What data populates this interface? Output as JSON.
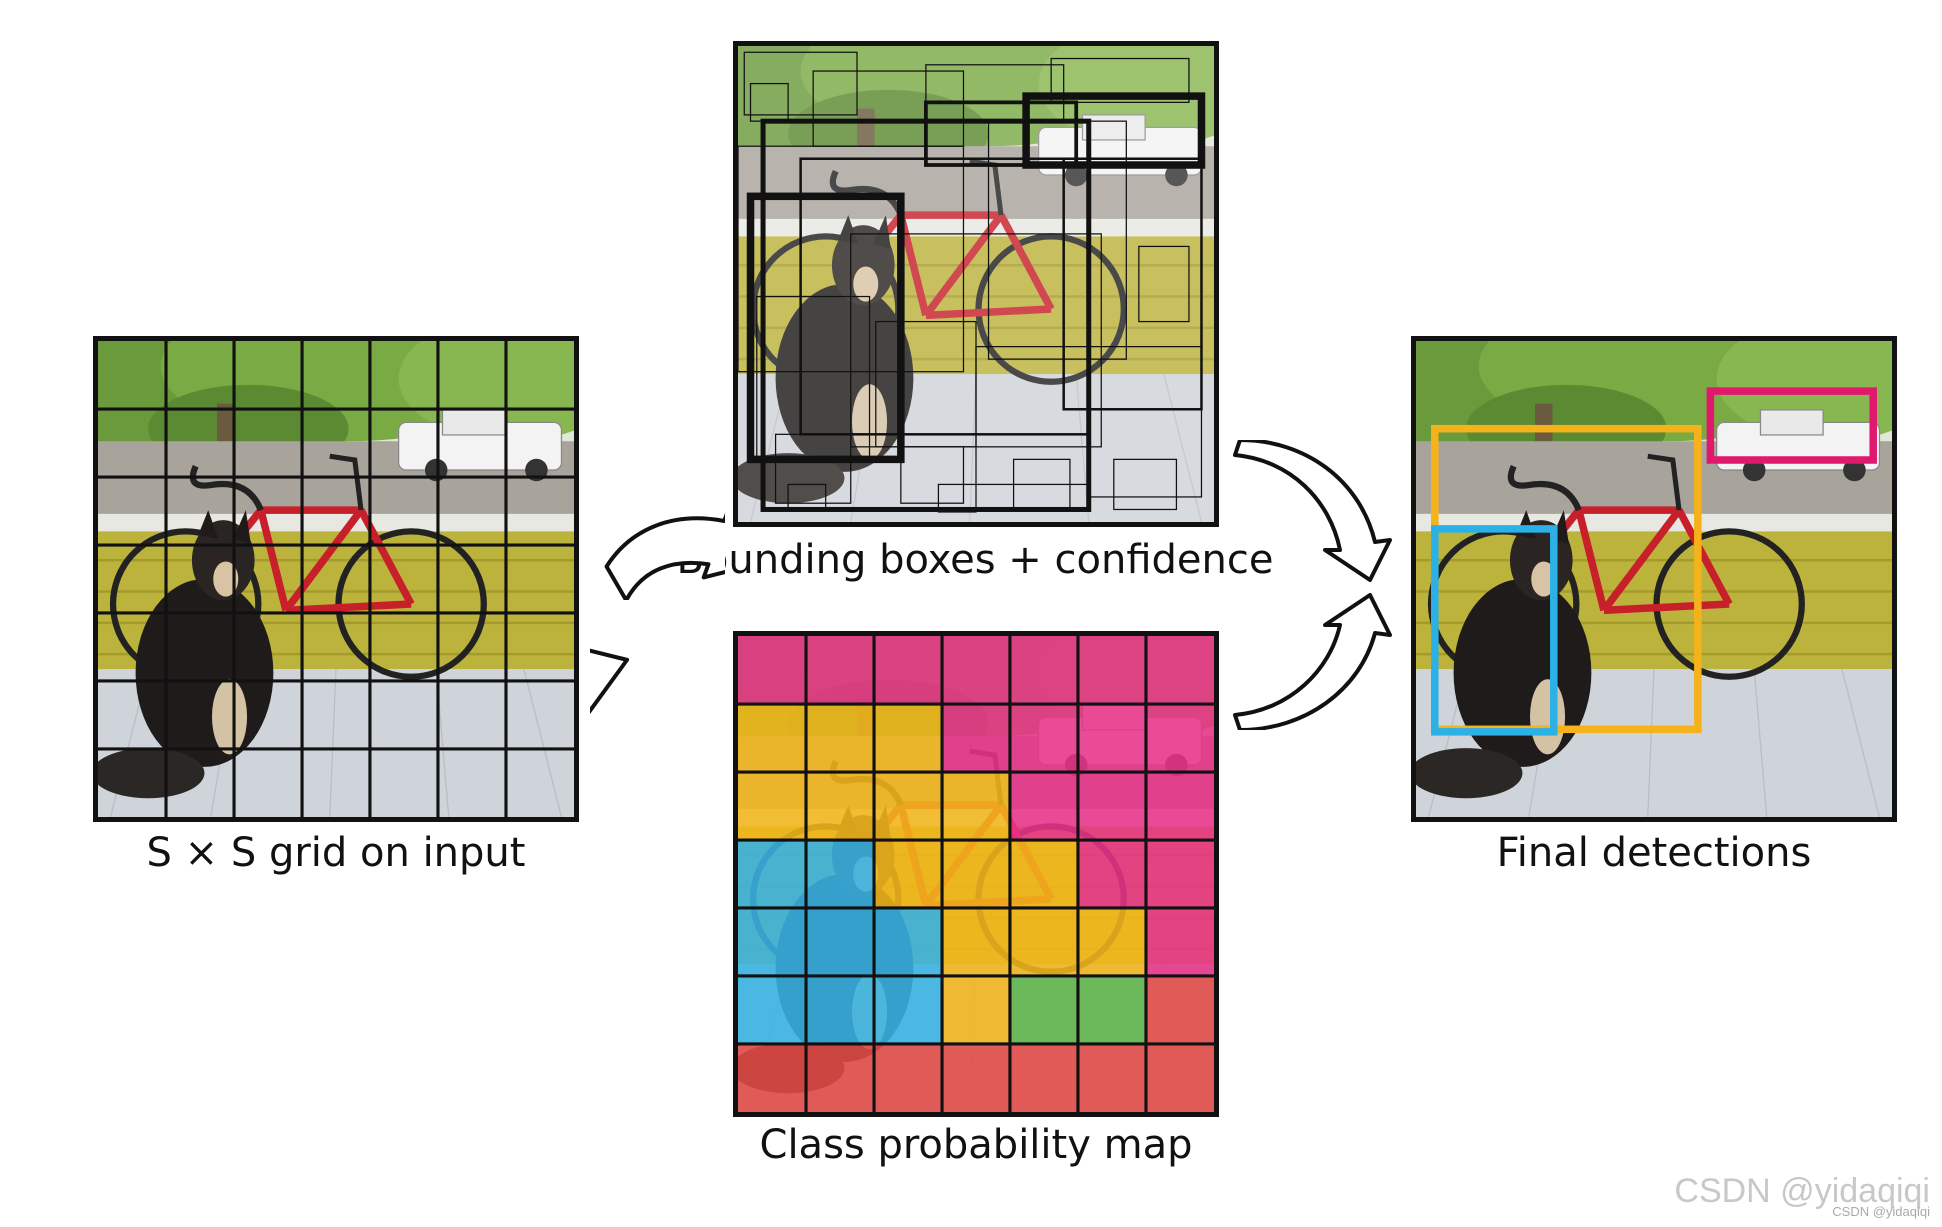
{
  "captions": {
    "grid": "S × S grid on input",
    "bboxes": "Bounding boxes + confidence",
    "classmap": "Class probability map",
    "final": "Final detections"
  },
  "watermark": "CSDN @yidaqiqi",
  "watermark_small": "CSDN @yidaqiqi",
  "grid_size": 7,
  "class_map": [
    [
      "pink",
      "pink",
      "pink",
      "pink",
      "pink",
      "pink",
      "pink"
    ],
    [
      "yellow",
      "yellow",
      "yellow",
      "pink",
      "pink",
      "pink",
      "pink"
    ],
    [
      "yellow",
      "yellow",
      "yellow",
      "yellow",
      "pink",
      "pink",
      "pink"
    ],
    [
      "blue",
      "blue",
      "yellow",
      "yellow",
      "yellow",
      "pink",
      "pink"
    ],
    [
      "blue",
      "blue",
      "blue",
      "yellow",
      "yellow",
      "yellow",
      "pink"
    ],
    [
      "blue",
      "blue",
      "blue",
      "yellow",
      "green",
      "green",
      "red"
    ],
    [
      "red",
      "red",
      "red",
      "red",
      "red",
      "red",
      "red"
    ]
  ],
  "colors": {
    "pink": "#e8338a",
    "yellow": "#f2b61b",
    "blue": "#39b3e4",
    "green": "#5fb54a",
    "red": "#e24a45",
    "detection_car": "#e1196e",
    "detection_bicycle": "#f6b21a",
    "detection_dog": "#2bb1e5"
  },
  "detections": [
    {
      "label": "car",
      "color_key": "detection_car"
    },
    {
      "label": "bicycle",
      "color_key": "detection_bicycle"
    },
    {
      "label": "dog",
      "color_key": "detection_dog"
    }
  ]
}
